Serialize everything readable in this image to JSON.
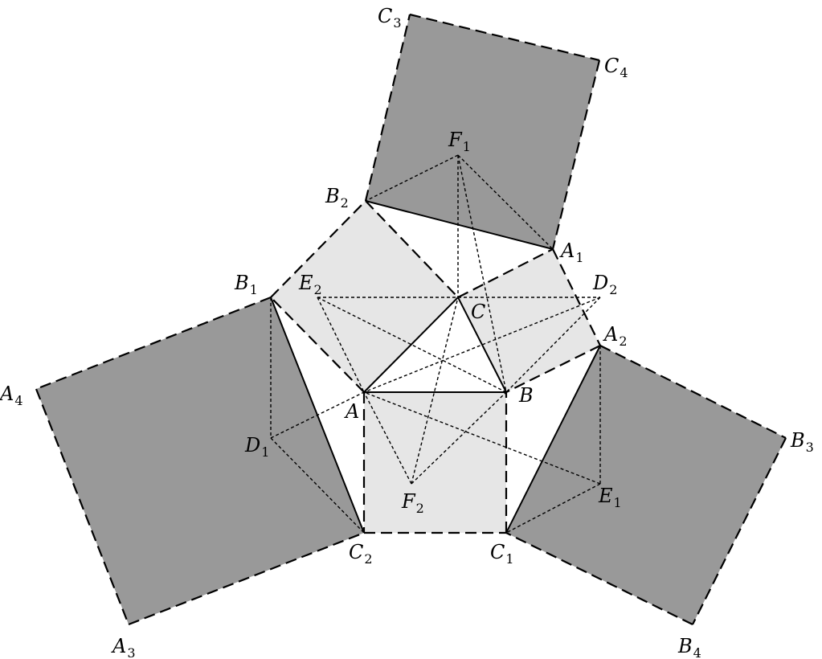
{
  "colors": {
    "dark_square": "#999999",
    "light_square": "#e6e6e6",
    "stroke": "#000000",
    "background": "#ffffff"
  },
  "points": [
    {
      "id": "A",
      "label": "A",
      "sub": ""
    },
    {
      "id": "B",
      "label": "B",
      "sub": ""
    },
    {
      "id": "C",
      "label": "C",
      "sub": ""
    },
    {
      "id": "A1",
      "label": "A",
      "sub": "1"
    },
    {
      "id": "A2",
      "label": "A",
      "sub": "2"
    },
    {
      "id": "A3",
      "label": "A",
      "sub": "3"
    },
    {
      "id": "A4",
      "label": "A",
      "sub": "4"
    },
    {
      "id": "B1",
      "label": "B",
      "sub": "1"
    },
    {
      "id": "B2",
      "label": "B",
      "sub": "2"
    },
    {
      "id": "B3",
      "label": "B",
      "sub": "3"
    },
    {
      "id": "B4",
      "label": "B",
      "sub": "4"
    },
    {
      "id": "C1",
      "label": "C",
      "sub": "1"
    },
    {
      "id": "C2",
      "label": "C",
      "sub": "2"
    },
    {
      "id": "C3",
      "label": "C",
      "sub": "3"
    },
    {
      "id": "C4",
      "label": "C",
      "sub": "4"
    },
    {
      "id": "D1",
      "label": "D",
      "sub": "1"
    },
    {
      "id": "D2",
      "label": "D",
      "sub": "2"
    },
    {
      "id": "E1",
      "label": "E",
      "sub": "1"
    },
    {
      "id": "E2",
      "label": "E",
      "sub": "2"
    },
    {
      "id": "F1",
      "label": "F",
      "sub": "1"
    },
    {
      "id": "F2",
      "label": "F",
      "sub": "2"
    }
  ],
  "dark_squares": [
    [
      "B2",
      "C3",
      "C4",
      "A1"
    ],
    [
      "B1",
      "A4",
      "A3",
      "C2"
    ],
    [
      "A2",
      "B3",
      "B4",
      "C1"
    ]
  ],
  "light_squares": [
    [
      "A",
      "B",
      "C1",
      "C2"
    ],
    [
      "A",
      "B1",
      "B2",
      "C"
    ],
    [
      "B",
      "C",
      "A1",
      "A2"
    ]
  ],
  "solid_edges": [
    [
      "A",
      "B"
    ],
    [
      "B",
      "C"
    ],
    [
      "C",
      "A"
    ],
    [
      "B2",
      "A1"
    ],
    [
      "B1",
      "C2"
    ],
    [
      "A2",
      "C1"
    ]
  ],
  "dashed_edges": [
    [
      "B2",
      "C3"
    ],
    [
      "C3",
      "C4"
    ],
    [
      "C4",
      "A1"
    ],
    [
      "B1",
      "A4"
    ],
    [
      "A4",
      "A3"
    ],
    [
      "A3",
      "C2"
    ],
    [
      "A2",
      "B3"
    ],
    [
      "B3",
      "B4"
    ],
    [
      "B4",
      "C1"
    ],
    [
      "A",
      "C2"
    ],
    [
      "C2",
      "C1"
    ],
    [
      "C1",
      "B"
    ],
    [
      "A",
      "B1"
    ],
    [
      "B1",
      "B2"
    ],
    [
      "B2",
      "C"
    ],
    [
      "C",
      "A1"
    ],
    [
      "A1",
      "A2"
    ],
    [
      "A2",
      "B"
    ]
  ],
  "dotted_edges": [
    [
      "F1",
      "B2"
    ],
    [
      "F1",
      "A1"
    ],
    [
      "F1",
      "C"
    ],
    [
      "F1",
      "B"
    ],
    [
      "E2",
      "D2"
    ],
    [
      "E2",
      "A"
    ],
    [
      "E2",
      "B"
    ],
    [
      "D2",
      "A"
    ],
    [
      "D2",
      "B"
    ],
    [
      "B1",
      "D1"
    ],
    [
      "D1",
      "C2"
    ],
    [
      "D1",
      "A"
    ],
    [
      "A2",
      "E1"
    ],
    [
      "E1",
      "C1"
    ],
    [
      "E1",
      "A"
    ],
    [
      "F2",
      "A"
    ],
    [
      "F2",
      "B"
    ],
    [
      "F2",
      "C"
    ]
  ]
}
